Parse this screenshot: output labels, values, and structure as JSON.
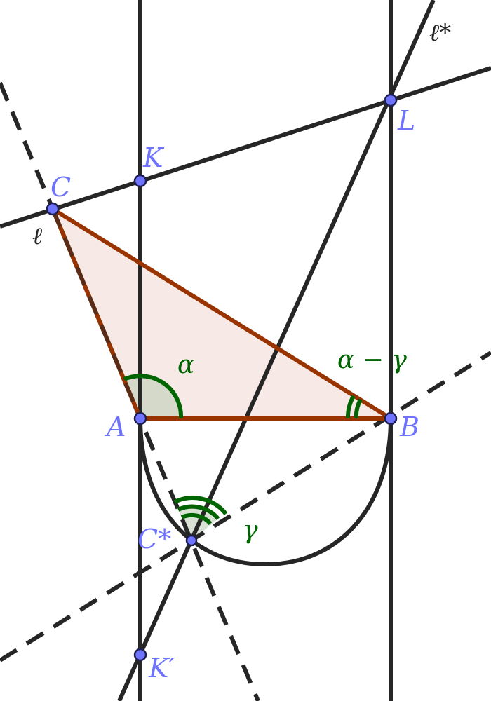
{
  "figure": {
    "points": {
      "A": "A",
      "B": "B",
      "C": "C",
      "K": "K",
      "L": "L",
      "C_star": "C*",
      "K_prime": "K′"
    },
    "lines": {
      "ell": "ℓ",
      "ell_star": "ℓ*"
    },
    "angles": {
      "alpha": "α",
      "gamma": "γ",
      "alpha_minus_gamma": "α − γ"
    },
    "colors": {
      "line": "#262626",
      "triangle_edge": "#993300",
      "triangle_fill": "#f2dcd6",
      "angle_mark": "#006400",
      "point": "#6f74ff"
    }
  }
}
